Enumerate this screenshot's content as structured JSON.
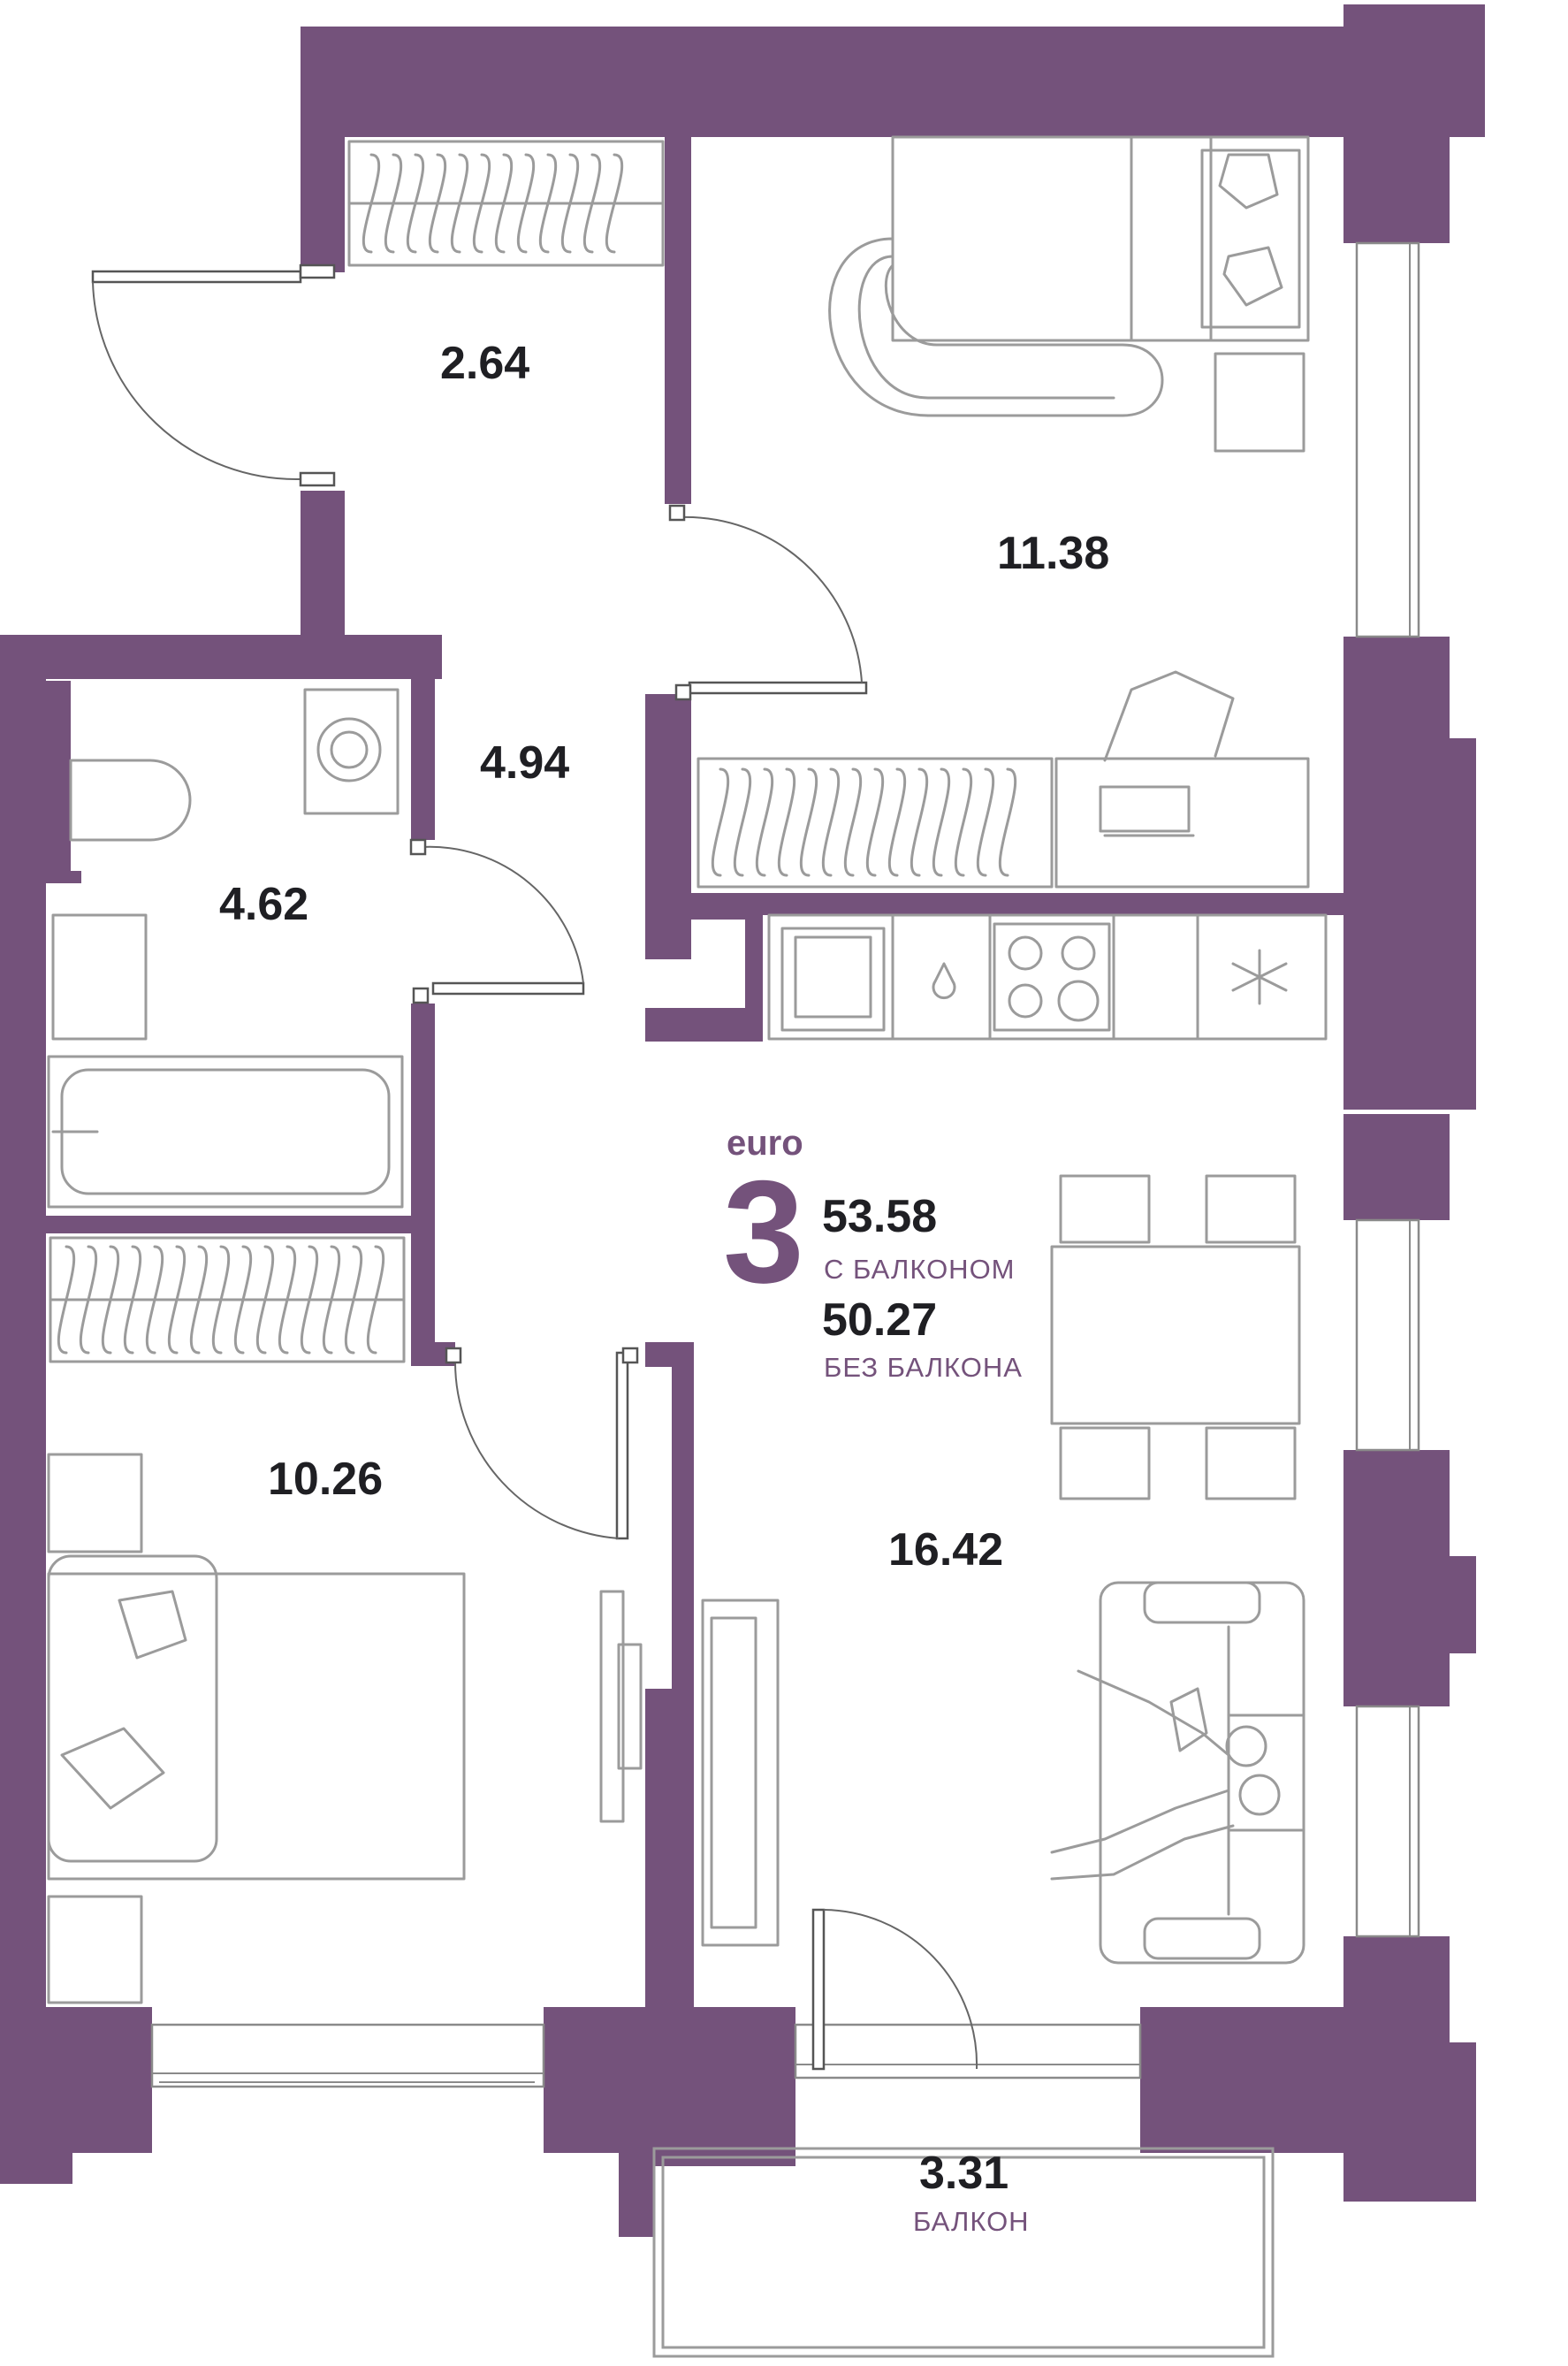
{
  "apartment": {
    "class_label": "euro",
    "rooms_count": "3",
    "area_with_balcony": "53.58",
    "with_balcony_label": "С БАЛКОНОМ",
    "area_without_balcony": "50.27",
    "without_balcony_label": "БЕЗ БАЛКОНА"
  },
  "rooms": {
    "hall_entry": "2.64",
    "bedroom_top": "11.38",
    "corridor": "4.94",
    "bathroom": "4.62",
    "bedroom_left": "10.26",
    "kitchen_living": "16.42",
    "balcony": "3.31"
  },
  "balcony_label": "БАЛКОН",
  "colors": {
    "wall": "#74527b",
    "accent_text": "#74527b",
    "area_text": "#1f1f23",
    "furniture": "#9b9b9b"
  }
}
